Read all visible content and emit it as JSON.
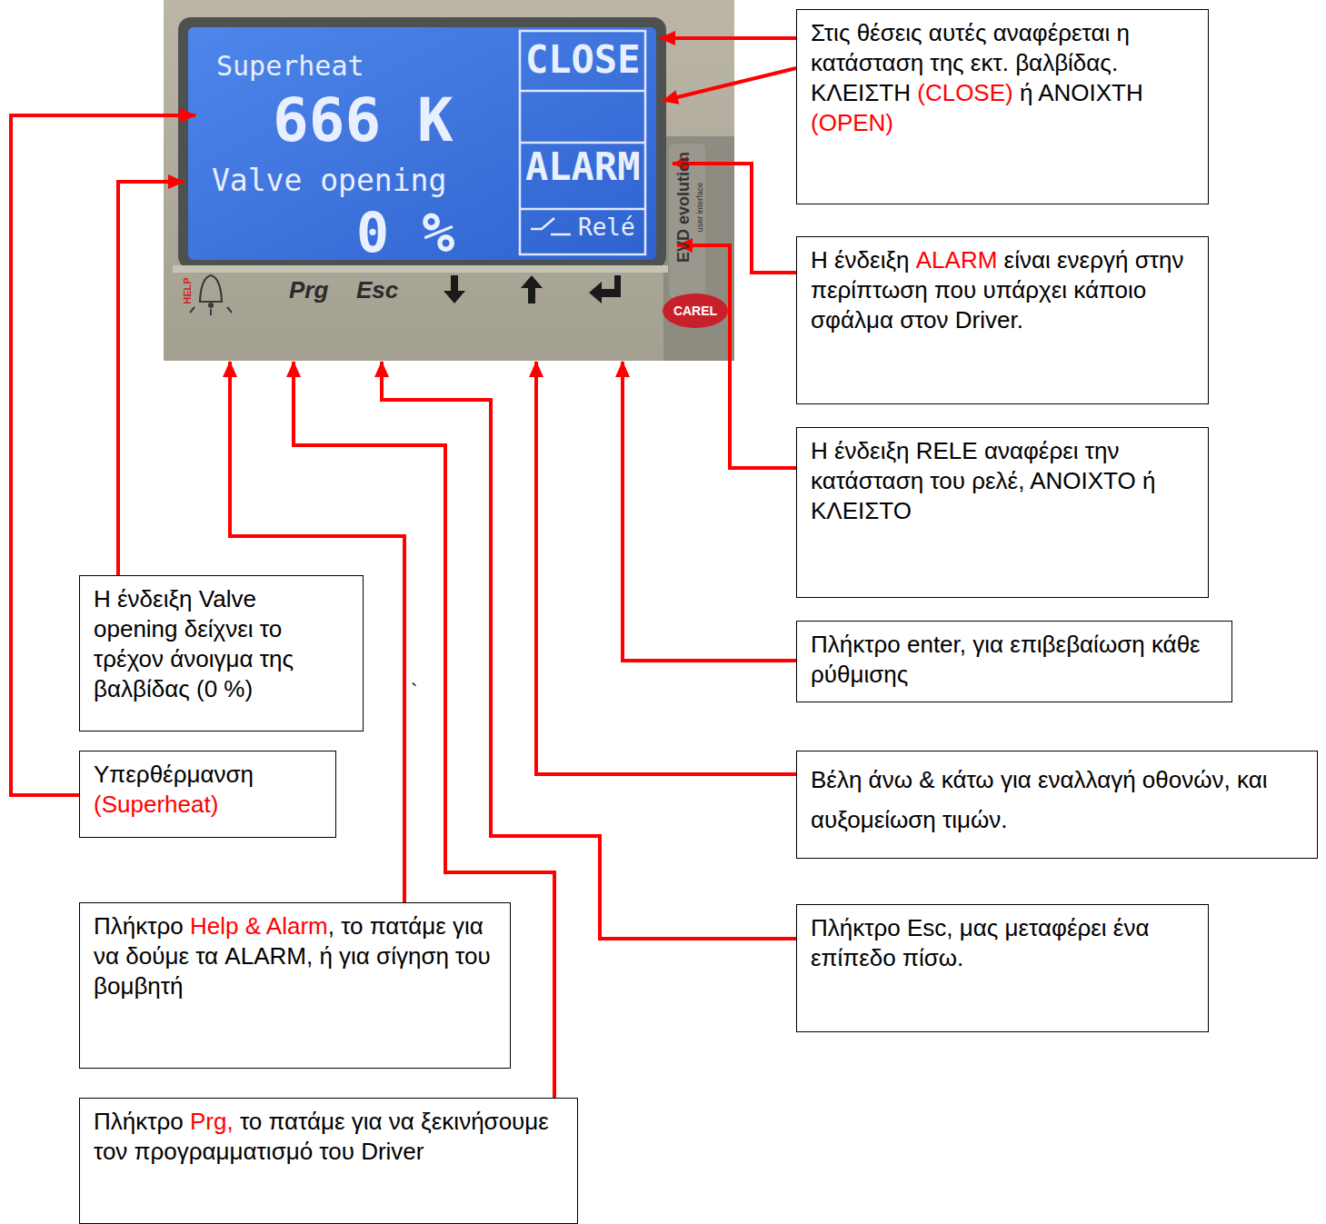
{
  "diagram": {
    "nodes": [
      {
        "text": [
          "Στις θέσεις αυτές αναφέρεται η κατάσταση της εκτ. βαλβίδας. ΚΛΕΙΣΤΗ",
          "(CLOSE)",
          "ή ΑΝΟΙΧΤΗ",
          "(OPEN)"
        ]
      },
      {
        "text": [
          "Η ένδειξη",
          "ALARM",
          "είναι ενεργή στην περίπτωση που υπάρχει κάποιο σφάλμα στον Driver."
        ]
      },
      {
        "text": [
          "Η ένδειξη RELE αναφέρει την κατάσταση του ρελέ, ΑΝΟΙΧΤΟ ή ΚΛΕΙΣΤΟ"
        ]
      },
      {
        "text": [
          "Η ένδειξη Valve opening δείχνει το τρέχον άνοιγμα της βαλβίδας (0 %)"
        ]
      },
      {
        "text": [
          "Πλήκτρο enter, για επιβεβαίωση κάθε ρύθμισης"
        ]
      },
      {
        "text": [
          "Υπερθέρμανση",
          "(Superheat)"
        ]
      },
      {
        "text": [
          "Βέλη άνω & κάτω για εναλλαγή οθονών, και αυξομείωση τιμών."
        ]
      },
      {
        "text": [
          "Πλήκτρο",
          "Help & Alarm",
          ", το πατάμε για να δούμε τα ALARM, ή για σίγηση του βομβητή"
        ]
      },
      {
        "text": [
          "Πλήκτρο Esc, μας μεταφέρει ένα επίπεδο πίσω."
        ]
      },
      {
        "text": [
          "Πλήκτρο",
          "Prg,",
          "το πατάμε για να ξεκινήσουμε τον προγραμματισμό του Driver"
        ]
      }
    ],
    "labels": [
      "Superheat",
      "666 K",
      "Valve opening",
      "0 %",
      "CLOSE",
      "ALARM",
      "Relé",
      "HELP",
      "Prg",
      "Esc",
      "EVD evolution",
      "user interface",
      "CAREL",
      "`"
    ]
  }
}
